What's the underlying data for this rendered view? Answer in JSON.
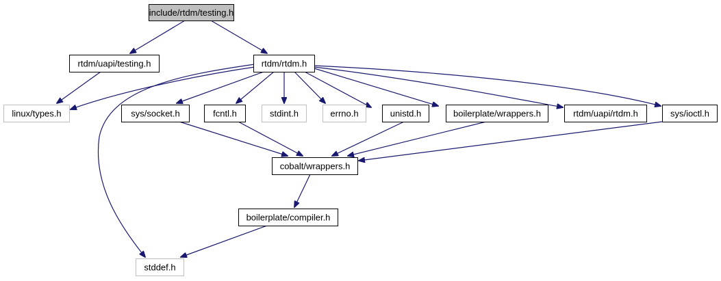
{
  "diagram": {
    "type": "include-dependency-graph",
    "edge_color": "#191970",
    "node_styles": {
      "root": {
        "fill": "#bfbfbf",
        "stroke": "#000000"
      },
      "documented": {
        "fill": "#ffffff",
        "stroke": "#000000"
      },
      "external": {
        "fill": "#ffffff",
        "stroke": "#bfbfbf"
      }
    },
    "nodes": [
      {
        "id": "testing_h",
        "label": "include/rtdm/testing.h",
        "style": "root"
      },
      {
        "id": "uapi_testing_h",
        "label": "rtdm/uapi/testing.h",
        "style": "documented"
      },
      {
        "id": "rtdm_h",
        "label": "rtdm/rtdm.h",
        "style": "documented"
      },
      {
        "id": "linux_types_h",
        "label": "linux/types.h",
        "style": "external"
      },
      {
        "id": "sys_socket_h",
        "label": "sys/socket.h",
        "style": "documented"
      },
      {
        "id": "fcntl_h",
        "label": "fcntl.h",
        "style": "documented"
      },
      {
        "id": "stdint_h",
        "label": "stdint.h",
        "style": "external"
      },
      {
        "id": "errno_h",
        "label": "errno.h",
        "style": "external"
      },
      {
        "id": "unistd_h",
        "label": "unistd.h",
        "style": "documented"
      },
      {
        "id": "bp_wrappers_h",
        "label": "boilerplate/wrappers.h",
        "style": "documented"
      },
      {
        "id": "uapi_rtdm_h",
        "label": "rtdm/uapi/rtdm.h",
        "style": "documented"
      },
      {
        "id": "sys_ioctl_h",
        "label": "sys/ioctl.h",
        "style": "documented"
      },
      {
        "id": "cobalt_wrappers_h",
        "label": "cobalt/wrappers.h",
        "style": "documented"
      },
      {
        "id": "bp_compiler_h",
        "label": "boilerplate/compiler.h",
        "style": "documented"
      },
      {
        "id": "stddef_h",
        "label": "stddef.h",
        "style": "external"
      }
    ],
    "edges": [
      {
        "from": "testing_h",
        "to": "uapi_testing_h"
      },
      {
        "from": "testing_h",
        "to": "rtdm_h"
      },
      {
        "from": "uapi_testing_h",
        "to": "linux_types_h"
      },
      {
        "from": "rtdm_h",
        "to": "linux_types_h"
      },
      {
        "from": "rtdm_h",
        "to": "stddef_h"
      },
      {
        "from": "rtdm_h",
        "to": "sys_socket_h"
      },
      {
        "from": "rtdm_h",
        "to": "fcntl_h"
      },
      {
        "from": "rtdm_h",
        "to": "stdint_h"
      },
      {
        "from": "rtdm_h",
        "to": "errno_h"
      },
      {
        "from": "rtdm_h",
        "to": "unistd_h"
      },
      {
        "from": "rtdm_h",
        "to": "bp_wrappers_h"
      },
      {
        "from": "rtdm_h",
        "to": "uapi_rtdm_h"
      },
      {
        "from": "rtdm_h",
        "to": "sys_ioctl_h"
      },
      {
        "from": "sys_socket_h",
        "to": "cobalt_wrappers_h"
      },
      {
        "from": "fcntl_h",
        "to": "cobalt_wrappers_h"
      },
      {
        "from": "unistd_h",
        "to": "cobalt_wrappers_h"
      },
      {
        "from": "bp_wrappers_h",
        "to": "cobalt_wrappers_h"
      },
      {
        "from": "sys_ioctl_h",
        "to": "cobalt_wrappers_h"
      },
      {
        "from": "cobalt_wrappers_h",
        "to": "bp_compiler_h"
      },
      {
        "from": "bp_compiler_h",
        "to": "stddef_h"
      }
    ]
  }
}
